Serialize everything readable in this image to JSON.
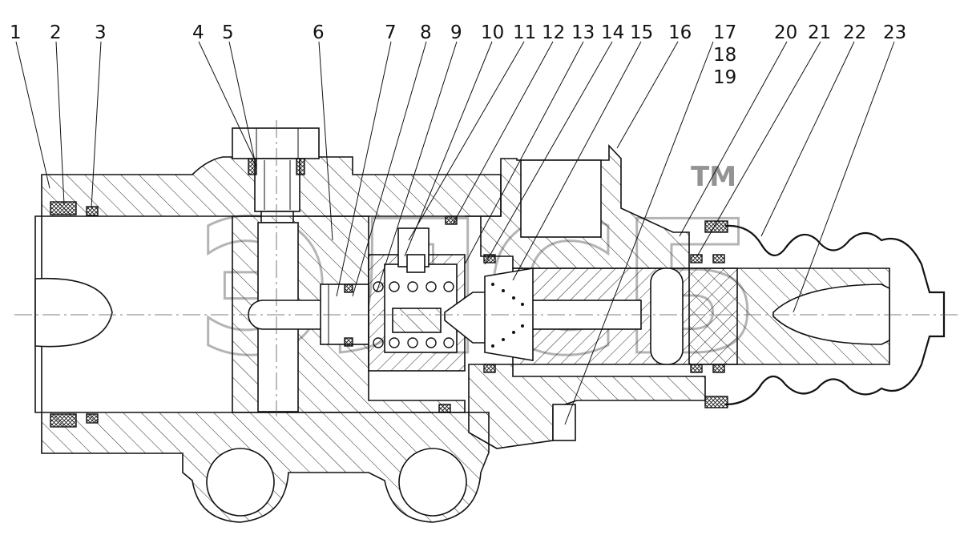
{
  "diagram": {
    "part_labels": [
      "1",
      "2",
      "3",
      "4",
      "5",
      "6",
      "7",
      "8",
      "9",
      "10",
      "11",
      "12",
      "13",
      "14",
      "15",
      "16",
      "17",
      "18",
      "19",
      "20",
      "21",
      "22",
      "23"
    ],
    "watermark": {
      "text": "ЭЛСБ",
      "trademark": "TM"
    }
  }
}
